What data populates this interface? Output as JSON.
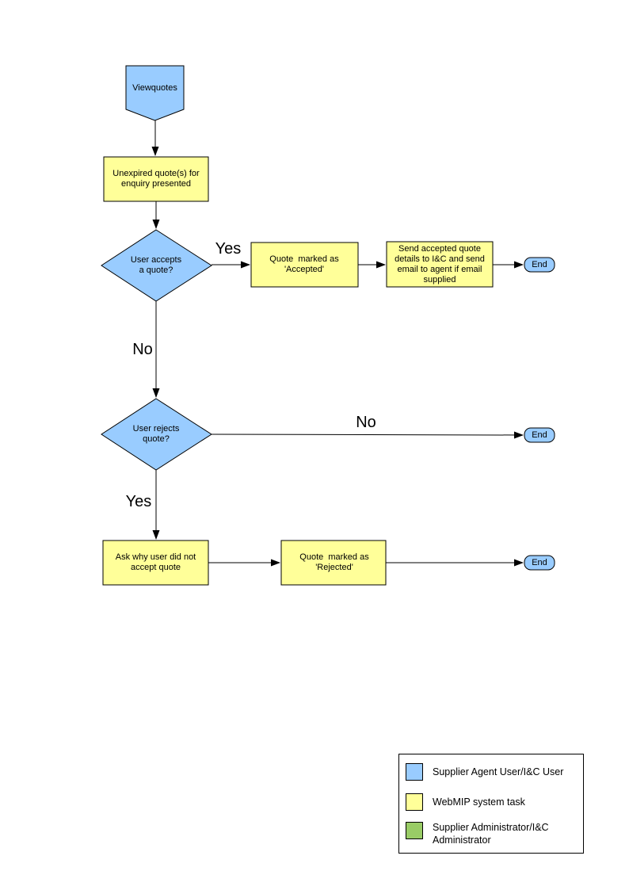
{
  "flowchart": {
    "nodes": {
      "start": {
        "label": "Viewquotes"
      },
      "present": {
        "label": "Unexpired quote(s) for enquiry presented"
      },
      "decision_accept": {
        "label": "User accepts a quote?"
      },
      "marked_accepted": {
        "label": "Quote  marked as 'Accepted'"
      },
      "send_details": {
        "label": "Send accepted quote details to I&C and send email to agent if email supplied"
      },
      "end1": {
        "label": "End"
      },
      "decision_reject": {
        "label": "User rejects quote?"
      },
      "end2": {
        "label": "End"
      },
      "ask_why": {
        "label": "Ask why user did not accept quote"
      },
      "marked_rejected": {
        "label": "Quote  marked as 'Rejected'"
      },
      "end3": {
        "label": "End"
      }
    },
    "edge_labels": {
      "accept_yes": "Yes",
      "accept_no": "No",
      "reject_no": "No",
      "reject_yes": "Yes"
    }
  },
  "legend": {
    "items": [
      {
        "color": "#99CCFF",
        "label": "Supplier Agent User/I&C User"
      },
      {
        "color": "#FFFF99",
        "label": "WebMIP system task"
      },
      {
        "color": "#99CC66",
        "label": "Supplier Administrator/I&C Administrator"
      }
    ]
  },
  "colors": {
    "user_shape": "#99CCFF",
    "system_task_shape": "#FFFF99",
    "admin_shape": "#99CC66",
    "line": "#000000",
    "background": "#FFFFFF"
  }
}
